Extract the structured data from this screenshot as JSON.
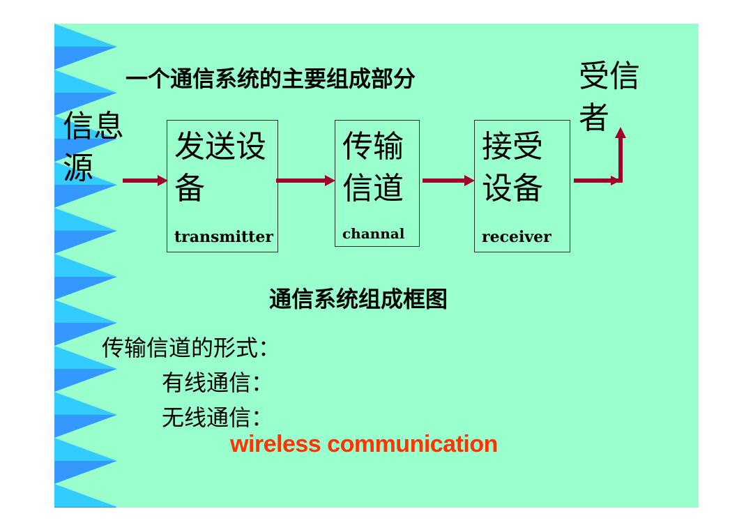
{
  "slide": {
    "background_color": "#99ffcc",
    "decoration_colors": [
      "#33ccff",
      "#3399ff",
      "#99ffcc"
    ],
    "arrow_color": "#a0002a",
    "title": "一个通信系统的主要组成部分",
    "source_label": "信息源",
    "sink_label": "受信者",
    "blocks": [
      {
        "cn": "发送设备",
        "en": "transmitter"
      },
      {
        "cn": "传输信道",
        "en": "channal"
      },
      {
        "cn": "接受设备",
        "en": "receiver"
      }
    ],
    "diagram_caption": "通信系统组成框图",
    "channel_forms_heading": "传输信道的形式：",
    "wired": "有线通信：",
    "wireless": "无线通信：",
    "wireless_en": "wireless communication",
    "wireless_en_color": "#ff3300"
  }
}
